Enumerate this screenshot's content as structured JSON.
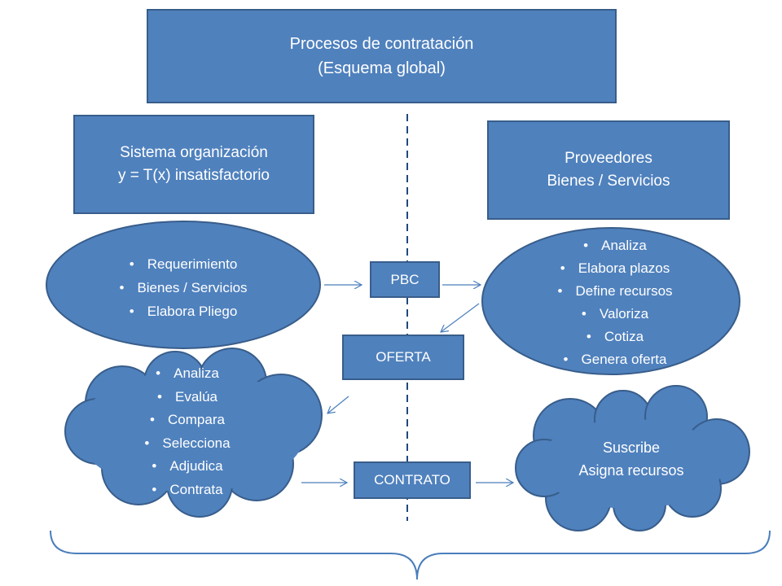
{
  "title": {
    "line1": "Procesos de contratación",
    "line2": "(Esquema global)"
  },
  "left_header": {
    "line1": "Sistema organización",
    "line2": "y = T(x) insatisfactorio"
  },
  "right_header": {
    "line1": "Proveedores",
    "line2": "Bienes / Servicios"
  },
  "left_ellipse": {
    "items": [
      "Requerimiento",
      "Bienes / Servicios",
      "Elabora Pliego"
    ]
  },
  "right_ellipse": {
    "items": [
      "Analiza",
      "Elabora plazos",
      "Define recursos",
      "Valoriza",
      "Cotiza",
      "Genera oferta"
    ]
  },
  "left_cloud": {
    "items": [
      "Analiza",
      "Evalúa",
      "Compara",
      "Selecciona",
      "Adjudica",
      "Contrata"
    ]
  },
  "right_cloud": {
    "line1": "Suscribe",
    "line2": "Asigna recursos"
  },
  "center": {
    "pbc": "PBC",
    "oferta": "OFERTA",
    "contrato": "CONTRATO"
  },
  "colors": {
    "fill": "#4f81bd",
    "stroke": "#385d8a",
    "text": "#ffffff"
  }
}
